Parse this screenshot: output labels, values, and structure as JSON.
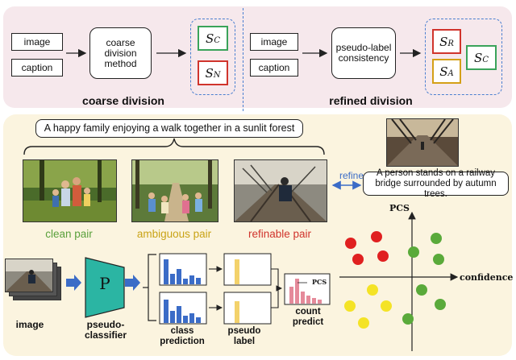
{
  "coarse": {
    "inputs": [
      "image",
      "caption"
    ],
    "method": "coarse division method",
    "outputs": [
      {
        "letter": "S",
        "sub": "C",
        "color": "#3aa35a"
      },
      {
        "letter": "S",
        "sub": "N",
        "color": "#d0342c"
      }
    ],
    "title": "coarse division"
  },
  "refined": {
    "inputs": [
      "image",
      "caption"
    ],
    "method": "pseudo-label consistency",
    "outputs": [
      {
        "letter": "S",
        "sub": "R",
        "color": "#d0342c"
      },
      {
        "letter": "S",
        "sub": "A",
        "color": "#d4a017"
      },
      {
        "letter": "S",
        "sub": "C",
        "color": "#3aa35a"
      }
    ],
    "title": "refined division"
  },
  "caption_top": "A happy family enjoying a walk together in a sunlit forest",
  "pairs": [
    {
      "label": "clean pair",
      "color": "#5aa03c"
    },
    {
      "label": "ambiguous pair",
      "color": "#c9a316"
    },
    {
      "label": "refinable pair",
      "color": "#d0342c"
    }
  ],
  "refine_label": "refine",
  "refine_caption": "A person stands on a railway bridge surrounded by autumn trees.",
  "pipeline": {
    "image_label": "image",
    "classifier_letter": "P",
    "classifier_label": "pseudo-classifier",
    "class_prediction_label": "class prediction",
    "pseudo_label_label": "pseudo label",
    "count_label": "count predict",
    "pcs_tag": "PCS"
  },
  "scatter": {
    "y_label": "PCS",
    "x_label": "confidence"
  },
  "colors": {
    "blue_bar": "#3b6cc7",
    "yellow_bar": "#f3d26b",
    "pink_bar": "#e58a9a",
    "teal": "#2bb5a3",
    "arrow_blue": "#3b6cc7",
    "red_dot": "#e02020",
    "green_dot": "#5aaa3a",
    "yellow_dot": "#f4e326"
  }
}
